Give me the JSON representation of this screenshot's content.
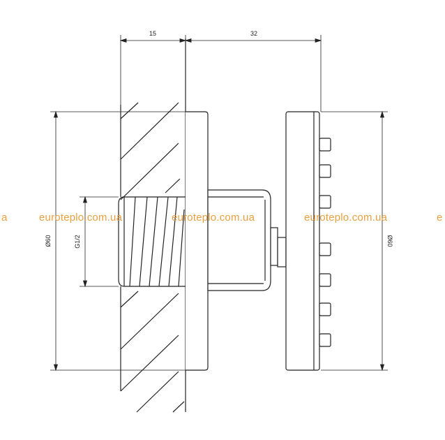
{
  "dimensions": {
    "wall_depth": "15",
    "projection": "32",
    "diameter_left": "Ø60",
    "thread": "G1/2",
    "diameter_right": "Ø60"
  },
  "watermark": {
    "text": "euroteplo.com.ua",
    "partial_left": "а",
    "partial_right": "e",
    "color": "#e8a040"
  },
  "colors": {
    "line": "#222222",
    "background": "#ffffff"
  }
}
